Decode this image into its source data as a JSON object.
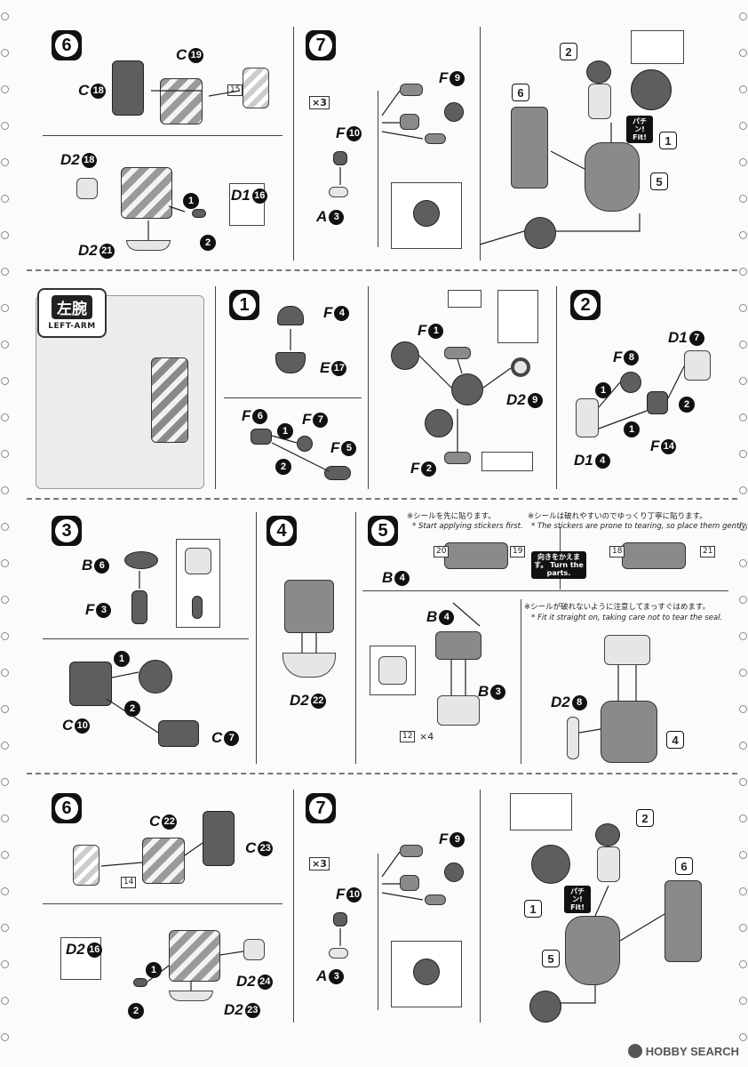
{
  "steps": {
    "s1": "1",
    "s2": "2",
    "s3": "3",
    "s4": "4",
    "s5": "5",
    "s6": "6",
    "s7": "7"
  },
  "badges": {
    "b1": "1",
    "b2": "2",
    "b5": "5",
    "b6": "6"
  },
  "section_title": {
    "jp": "左腕",
    "en": "LEFT-ARM"
  },
  "section1": {
    "labels": [
      "C",
      "C",
      "D2",
      "D2",
      "D1",
      "F",
      "F",
      "A"
    ],
    "nums": [
      "19",
      "18",
      "18",
      "21",
      "16",
      "9",
      "10",
      "3"
    ],
    "stickers": [
      "15"
    ],
    "mult": "×3",
    "fit": "パチン! Fit!"
  },
  "section2": {
    "labels": [
      "F",
      "E",
      "F",
      "D2",
      "F",
      "F",
      "F",
      "F",
      "F",
      "D1",
      "D1",
      "F"
    ],
    "nums": [
      "4",
      "17",
      "1",
      "9",
      "2",
      "6",
      "7",
      "5",
      "8",
      "7",
      "4",
      "14"
    ]
  },
  "section3": {
    "labels": [
      "B",
      "F",
      "C",
      "C",
      "D2",
      "B",
      "B",
      "B",
      "D2"
    ],
    "nums": [
      "6",
      "3",
      "10",
      "7",
      "22",
      "4",
      "4",
      "3",
      "8"
    ],
    "note1_jp": "※シールを先に貼ります。",
    "note1_en": "* Start applying stickers first.",
    "note2_jp": "※シールは破れやすいのでゆっくり丁寧に貼ります。",
    "note2_en": "* The stickers are prone to tearing, so place them gently.",
    "note3_jp": "※シールが破れないように注意してまっすぐはめます。",
    "note3_en": "* Fit it straight on, taking care not to tear the seal.",
    "turn": "向きをかえます。 Turn the parts.",
    "stickers": [
      "20",
      "19",
      "18",
      "21",
      "12"
    ],
    "mult": "×4"
  },
  "section4": {
    "labels": [
      "C",
      "C",
      "D2",
      "D2",
      "D2",
      "F",
      "F",
      "A"
    ],
    "nums": [
      "22",
      "23",
      "16",
      "24",
      "23",
      "9",
      "10",
      "3"
    ],
    "stickers": [
      "14"
    ],
    "mult": "×3",
    "fit": "パチン! Fit!"
  },
  "watermark": "HOBBY SEARCH"
}
